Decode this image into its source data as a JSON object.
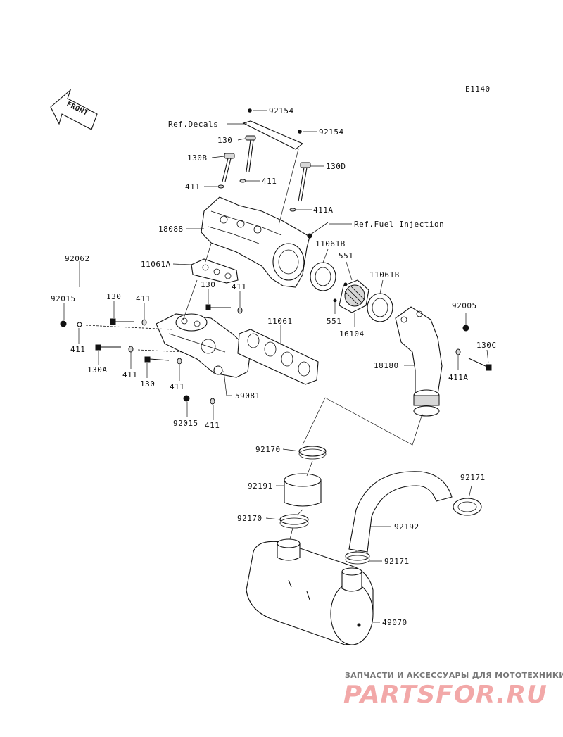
{
  "diagram": {
    "code": "E1140",
    "front_arrow": "FRONT",
    "references": {
      "decals": "Ref.Decals",
      "fuel_injection": "Ref.Fuel Injection"
    },
    "labels": {
      "l_92154_a": "92154",
      "l_92154_b": "92154",
      "l_130_a": "130",
      "l_130b": "130B",
      "l_130d": "130D",
      "l_411_a": "411",
      "l_411_b": "411",
      "l_411a_a": "411A",
      "l_18088": "18088",
      "l_11061b_a": "11061B",
      "l_551_a": "551",
      "l_11061b_b": "11061B",
      "l_11061a": "11061A",
      "l_92062": "92062",
      "l_130_b": "130",
      "l_411_c": "411",
      "l_130_c": "130",
      "l_411_d": "411",
      "l_92015_a": "92015",
      "l_411_e": "411",
      "l_130a": "130A",
      "l_411_f": "411",
      "l_130_d": "130",
      "l_411_g": "411",
      "l_11061": "11061",
      "l_551_b": "551",
      "l_16104": "16104",
      "l_92005": "92005",
      "l_130c": "130C",
      "l_411a_b": "411A",
      "l_18180": "18180",
      "l_59081": "59081",
      "l_92015_b": "92015",
      "l_411_h": "411",
      "l_92170_a": "92170",
      "l_92171_a": "92171",
      "l_92191": "92191",
      "l_92192": "92192",
      "l_92170_b": "92170",
      "l_92171_b": "92171",
      "l_49070": "49070"
    }
  },
  "watermark": {
    "tagline": "ЗАПЧАСТИ И АКСЕССУАРЫ ДЛЯ МОТОТЕХНИКИ",
    "brand": "PARTSFOR.RU"
  }
}
